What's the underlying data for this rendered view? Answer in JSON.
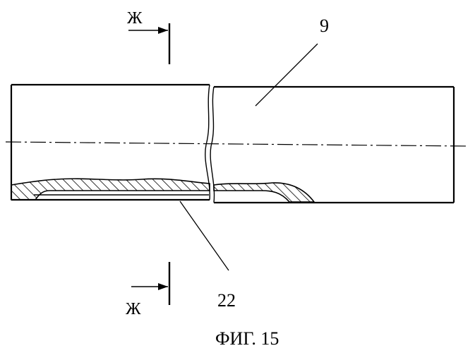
{
  "labels": {
    "section_top": "Ж",
    "section_bottom": "Ж",
    "part_9": "9",
    "part_22": "22",
    "figure_caption": "ФИГ. 15"
  }
}
